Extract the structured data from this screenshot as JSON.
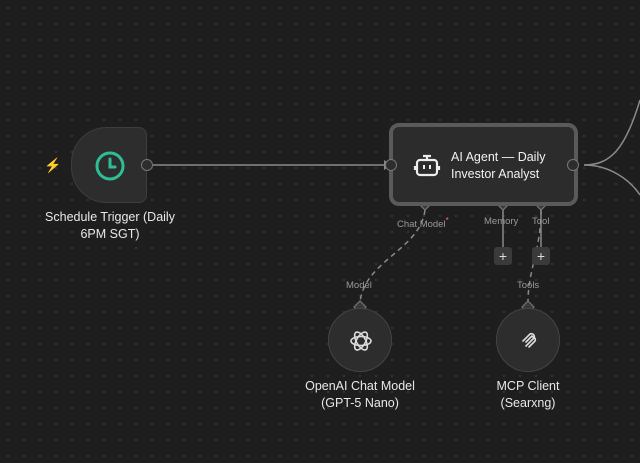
{
  "nodes": {
    "trigger": {
      "label_line1": "Schedule Trigger (Daily",
      "label_line2": "6PM SGT)",
      "icon": "clock-icon",
      "color": "#2ebd95"
    },
    "agent": {
      "label_line1": "AI Agent — Daily",
      "label_line2": "Investor Analyst",
      "icon": "robot-icon",
      "inputs": {
        "chat_model": "Chat Model",
        "required_mark": "*",
        "memory": "Memory",
        "tool": "Tool"
      }
    },
    "openai": {
      "label_line1": "OpenAI Chat Model",
      "label_line2": "(GPT-5 Nano)",
      "connector": "Model",
      "icon": "openai-icon"
    },
    "mcp": {
      "label_line1": "MCP Client",
      "label_line2": "(Searxng)",
      "connector": "Tools",
      "icon": "mcp-icon"
    }
  },
  "colors": {
    "trigger_bolt": "#ee6a4c",
    "required": "#ff6d6d"
  }
}
